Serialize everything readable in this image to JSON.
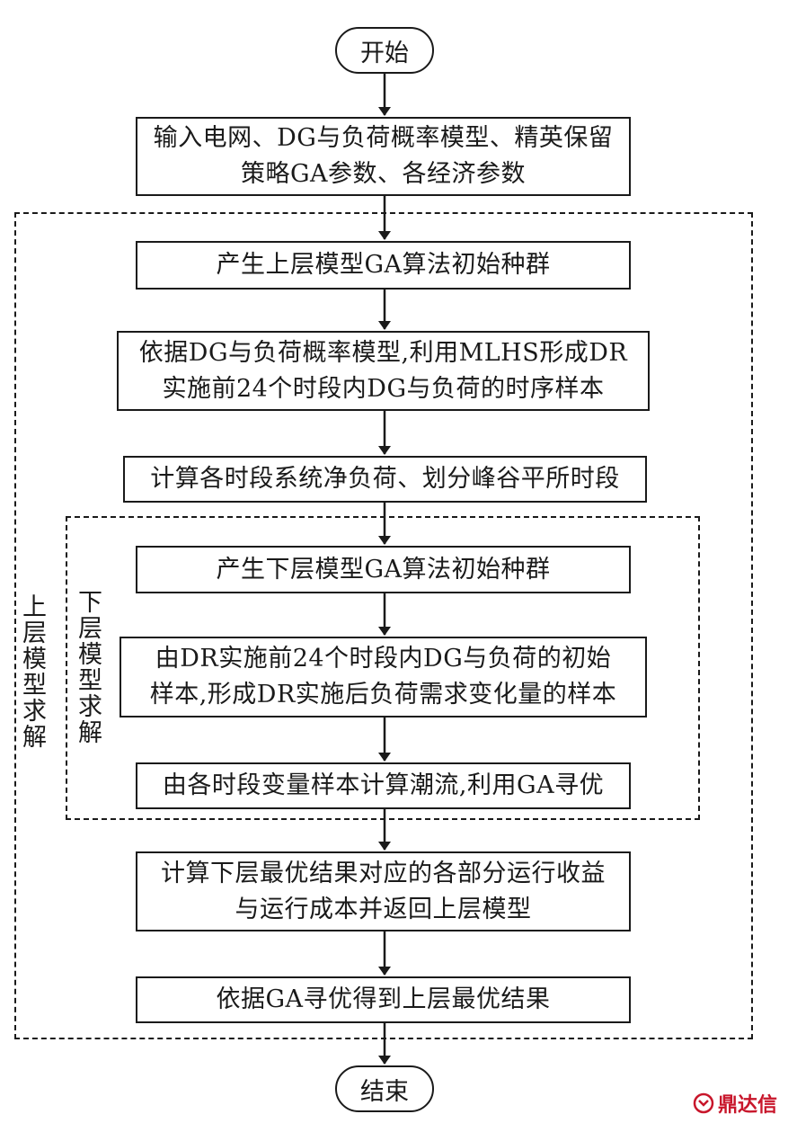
{
  "start": "开始",
  "end": "结束",
  "steps": {
    "input": [
      "输入电网、DG与负荷概率模型、精英保留",
      "策略GA参数、各经济参数"
    ],
    "upper_init": "产生上层模型GA算法初始种群",
    "sampling": [
      "依据DG与负荷概率模型,利用MLHS形成DR",
      "实施前24个时段内DG与负荷的时序样本"
    ],
    "net_load": "计算各时段系统净负荷、划分峰谷平所时段",
    "lower_init": "产生下层模型GA算法初始种群",
    "dr_samples": [
      "由DR实施前24个时段内DG与负荷的初始",
      "样本,形成DR实施后负荷需求变化量的样本"
    ],
    "power_flow": "由各时段变量样本计算潮流,利用GA寻优",
    "revenue": [
      "计算下层最优结果对应的各部分运行收益",
      "与运行成本并返回上层模型"
    ],
    "upper_opt": "依据GA寻优得到上层最优结果"
  },
  "regions": {
    "upper": "上层模型求解",
    "lower": "下层模型求解"
  },
  "watermark": "鼎达信"
}
